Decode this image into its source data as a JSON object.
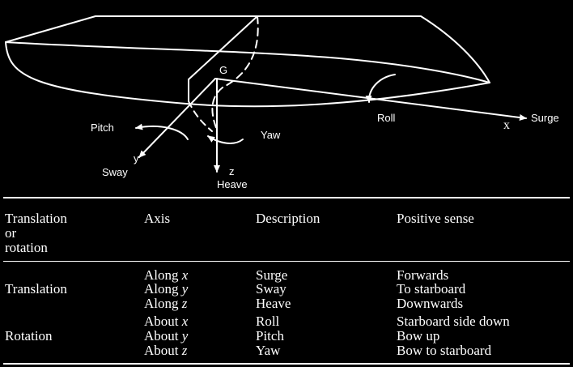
{
  "figure": {
    "origin_label": "G",
    "labels": {
      "surge": "Surge",
      "surge_axis": "x",
      "sway": "Sway",
      "sway_axis": "y",
      "heave": "Heave",
      "heave_axis": "z",
      "roll": "Roll",
      "pitch": "Pitch",
      "yaw": "Yaw"
    }
  },
  "table": {
    "headers": {
      "col1": [
        "Translation",
        "or",
        "rotation"
      ],
      "col2": "Axis",
      "col3": "Description",
      "col4": "Positive sense"
    },
    "groups": [
      {
        "label": "Translation"
      },
      {
        "label": "Rotation"
      }
    ],
    "rows": [
      {
        "axis_prefix": "Along",
        "axis_var": "x",
        "description": "Surge",
        "sense": "Forwards"
      },
      {
        "axis_prefix": "Along",
        "axis_var": "y",
        "description": "Sway",
        "sense": "To starboard"
      },
      {
        "axis_prefix": "Along",
        "axis_var": "z",
        "description": "Heave",
        "sense": "Downwards"
      },
      {
        "axis_prefix": "About",
        "axis_var": "x",
        "description": "Roll",
        "sense": "Starboard side down"
      },
      {
        "axis_prefix": "About",
        "axis_var": "y",
        "description": "Pitch",
        "sense": "Bow up"
      },
      {
        "axis_prefix": "About",
        "axis_var": "z",
        "description": "Yaw",
        "sense": "Bow to starboard"
      }
    ]
  }
}
